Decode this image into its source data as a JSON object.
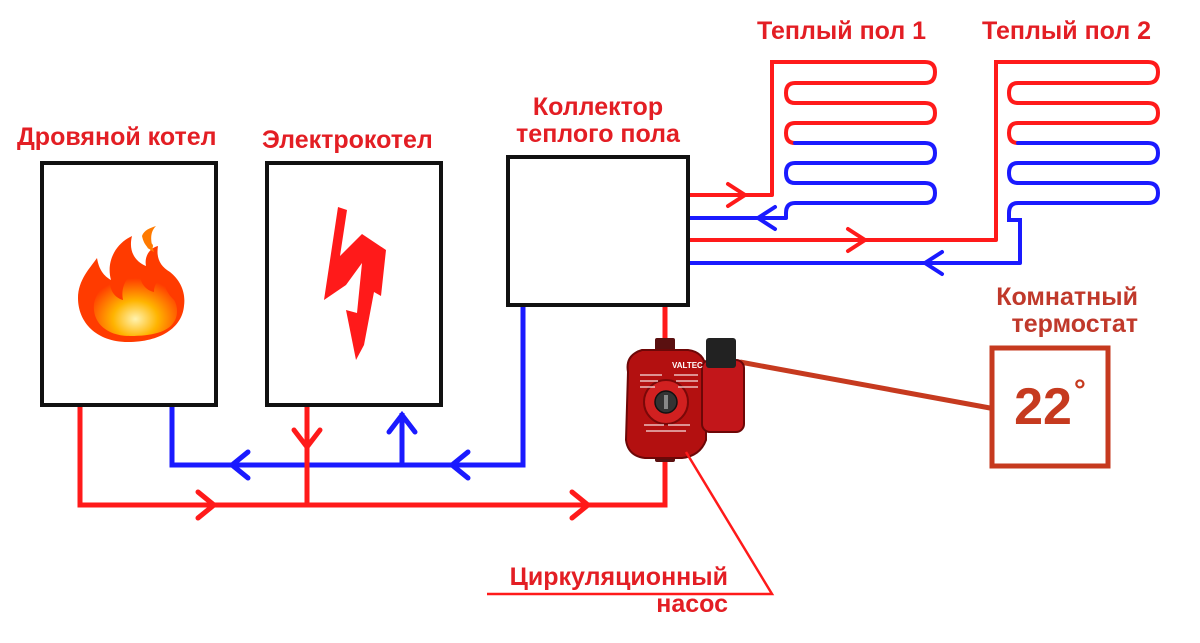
{
  "labels": {
    "wood_boiler": "Дровяной котел",
    "electric_boiler": "Электрокотел",
    "manifold_line1": "Коллектор",
    "manifold_line2": "теплого пола",
    "floor1": "Теплый пол 1",
    "floor2": "Теплый пол 2",
    "thermostat_line1": "Комнатный",
    "thermostat_line2": "термостат",
    "pump_line1": "Циркуляционный",
    "pump_line2": "насос"
  },
  "thermostat": {
    "temperature": "22",
    "unit_symbol": "°"
  },
  "pump": {
    "brand": "VALTEC"
  },
  "colors": {
    "supply": "#ff1a1a",
    "return": "#1a1aff",
    "label": "#e31e24",
    "thermostat": "#c63a1f",
    "outline": "#111111"
  },
  "icons": {
    "wood_boiler": "fire-icon",
    "electric_boiler": "lightning-icon",
    "pump": "circulation-pump-icon"
  }
}
